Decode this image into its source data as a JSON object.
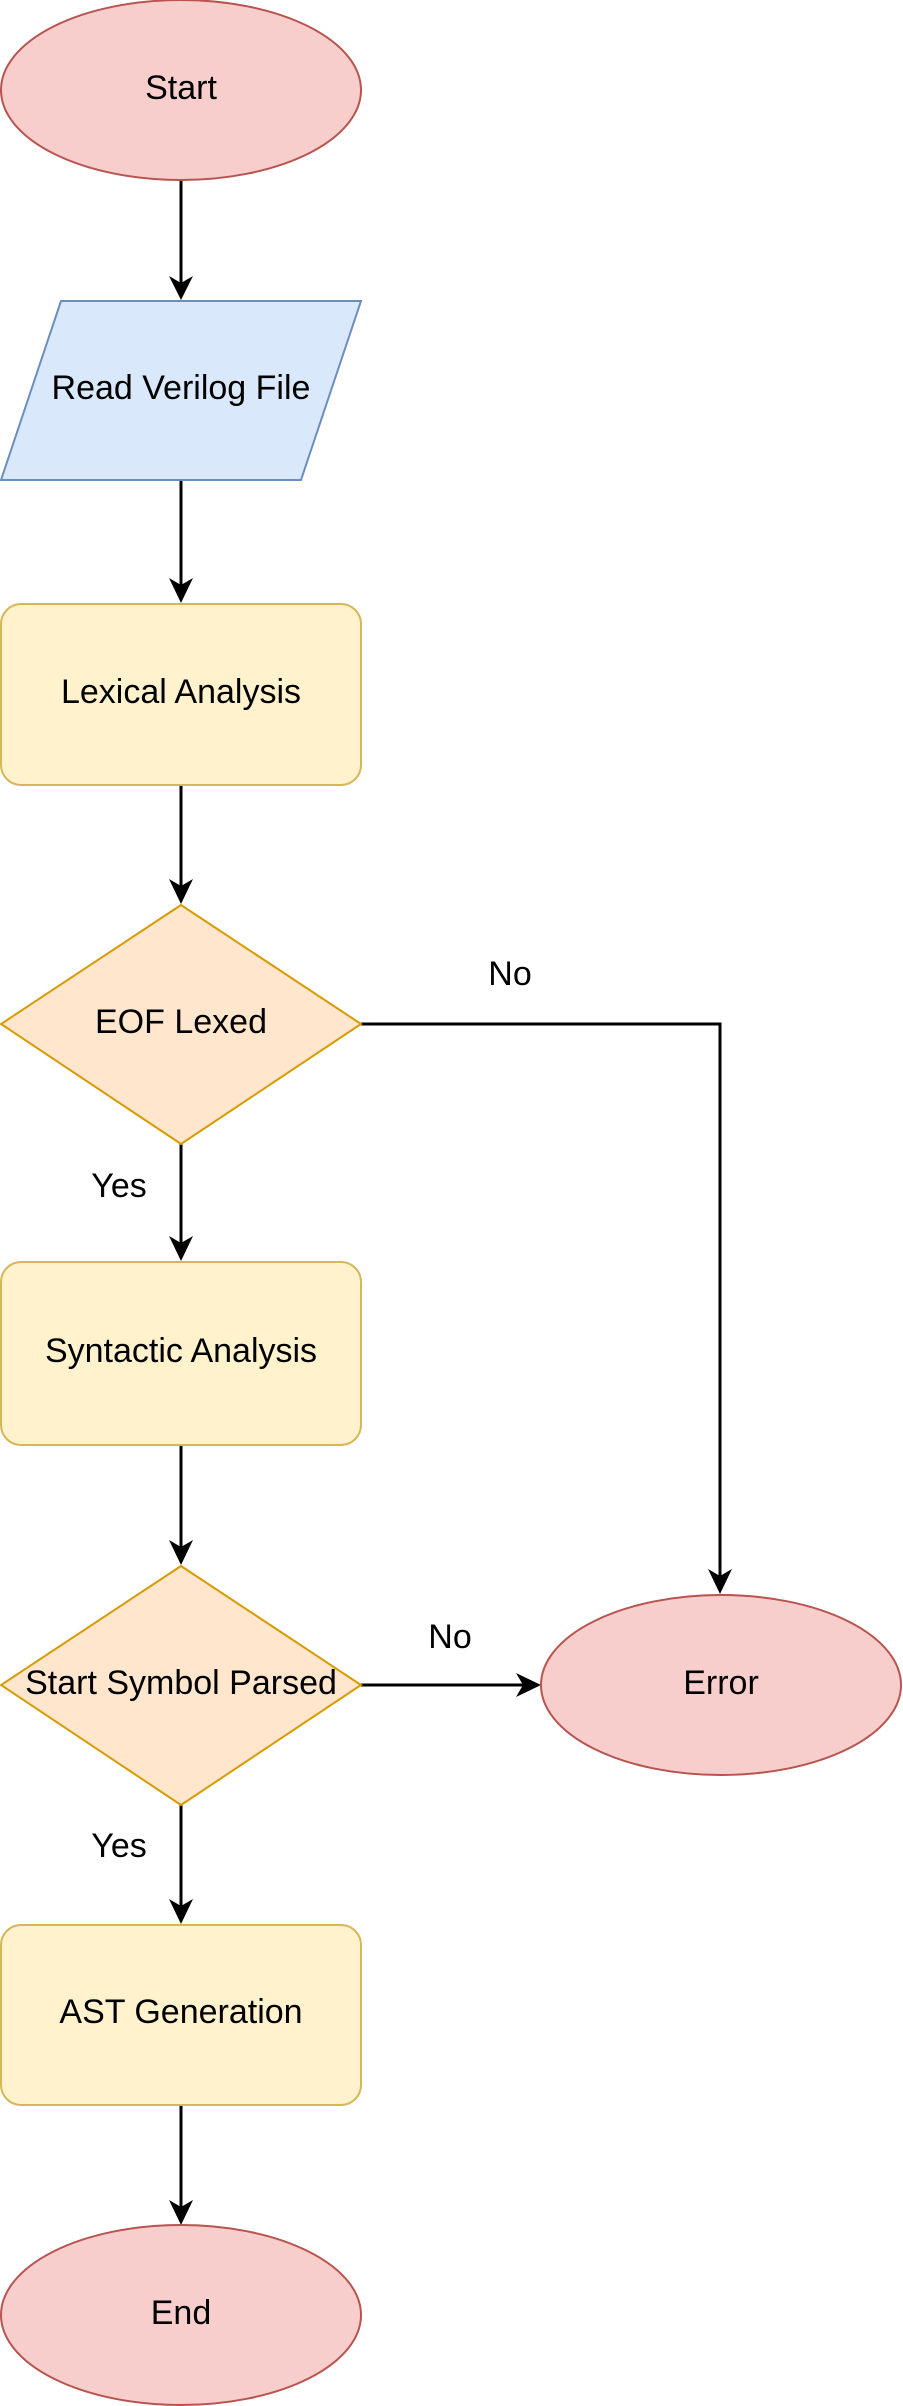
{
  "nodes": {
    "start": {
      "label": "Start",
      "shape": "ellipse",
      "fill": "#f8cecc",
      "stroke": "#b85450"
    },
    "read": {
      "label": "Read Verilog File",
      "shape": "parallelogram",
      "fill": "#dae8fc",
      "stroke": "#6c8ebf"
    },
    "lexical": {
      "label": "Lexical Analysis",
      "shape": "rounded-rectangle",
      "fill": "#fff2cc",
      "stroke": "#d6b656"
    },
    "eof": {
      "label": "EOF Lexed",
      "shape": "diamond",
      "fill": "#ffe6cc",
      "stroke": "#d79b00"
    },
    "syntactic": {
      "label": "Syntactic Analysis",
      "shape": "rounded-rectangle",
      "fill": "#fff2cc",
      "stroke": "#d6b656"
    },
    "startSymbol": {
      "label": "Start Symbol Parsed",
      "shape": "diamond",
      "fill": "#ffe6cc",
      "stroke": "#d79b00"
    },
    "ast": {
      "label": "AST Generation",
      "shape": "rounded-rectangle",
      "fill": "#fff2cc",
      "stroke": "#d6b656"
    },
    "end": {
      "label": "End",
      "shape": "ellipse",
      "fill": "#f8cecc",
      "stroke": "#b85450"
    },
    "error": {
      "label": "Error",
      "shape": "ellipse",
      "fill": "#f8cecc",
      "stroke": "#b85450"
    }
  },
  "edges": {
    "eofYes": {
      "label": "Yes"
    },
    "eofNo": {
      "label": "No"
    },
    "startSymbolYes": {
      "label": "Yes"
    },
    "startSymbolNo": {
      "label": "No"
    }
  }
}
